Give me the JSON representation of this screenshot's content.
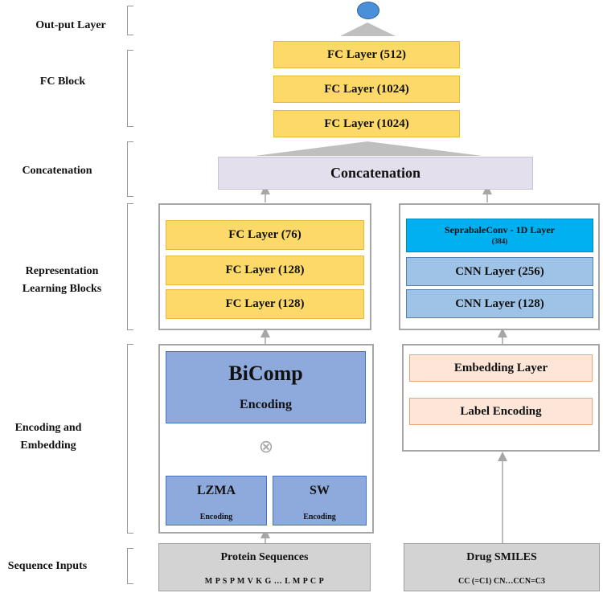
{
  "left_labels": {
    "output": "Out-put Layer",
    "fc_block": "FC Block",
    "concatenation": "Concatenation",
    "representation_1": "Representation",
    "representation_2": "Learning Blocks",
    "encoding_1": "Encoding and",
    "encoding_2": "Embedding",
    "sequence_inputs": "Sequence Inputs"
  },
  "fc_block": [
    "FC Layer (512)",
    "FC Layer (1024)",
    "FC Layer (1024)"
  ],
  "concatenation": "Concatenation",
  "protein_branch": {
    "fc_layers": [
      "FC Layer (76)",
      "FC Layer (128)",
      "FC Layer (128)"
    ],
    "bicomp_title": "BiComp",
    "bicomp_sub": "Encoding",
    "combine_symbol": "⊗",
    "lzma_title": "LZMA",
    "lzma_sub": "Encoding",
    "sw_title": "SW",
    "sw_sub": "Encoding",
    "input_title": "Protein Sequences",
    "input_seq": "M P S P M V K G … L M P C P"
  },
  "drug_branch": {
    "sepconv_title": "SeprabaleConv - 1D Layer",
    "sepconv_sub": "(384)",
    "cnn_layers": [
      "CNN Layer (256)",
      "CNN Layer (128)"
    ],
    "embedding": "Embedding Layer",
    "label_encoding": "Label Encoding",
    "input_title": "Drug SMILES",
    "input_seq": "CC (=C1) CN…CCN=C3"
  },
  "colors": {
    "fc": "#fdd96a",
    "cnn": "#9fc3e6",
    "sepconv": "#00b0f0",
    "bicomp": "#8ea9db",
    "embedding": "#fde6d8",
    "concat": "#e4dfec",
    "output_node": "#4a90d9",
    "input": "#d3d3d3"
  }
}
